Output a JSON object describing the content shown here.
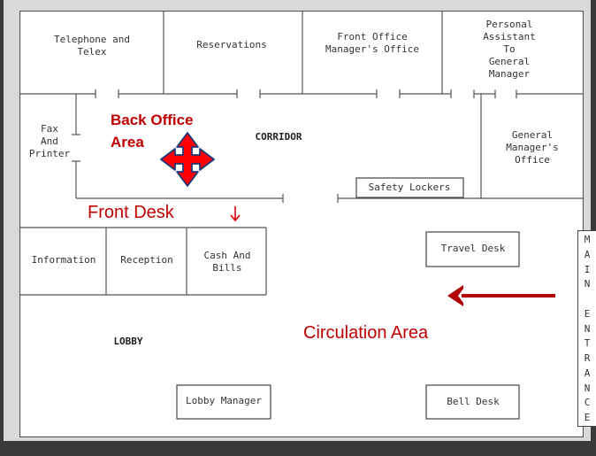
{
  "rooms": {
    "telephone_telex": "Telephone and\nTelex",
    "reservations": "Reservations",
    "front_office_manager": "Front Office\nManager's Office",
    "personal_assistant": "Personal Assistant\nTo\nGeneral Manager",
    "fax_printer": "Fax\nAnd\nPrinter",
    "general_manager": "General Manager's\nOffice",
    "safety_lockers": "Safety Lockers",
    "information": "Information",
    "reception": "Reception",
    "cash_bills": "Cash And\nBills",
    "travel_desk": "Travel Desk",
    "lobby_manager": "Lobby Manager",
    "bell_desk": "Bell Desk"
  },
  "areas": {
    "corridor": "CORRIDOR",
    "lobby": "LOBBY"
  },
  "annotations": {
    "back_office_area": "Back Office\nArea",
    "front_desk": "Front Desk",
    "circulation_area": "Circulation Area",
    "accent_color": "#c00000"
  },
  "entrance": {
    "letters": [
      "M",
      "A",
      "I",
      "N",
      "",
      "E",
      "N",
      "T",
      "R",
      "A",
      "N",
      "C",
      "E"
    ]
  }
}
